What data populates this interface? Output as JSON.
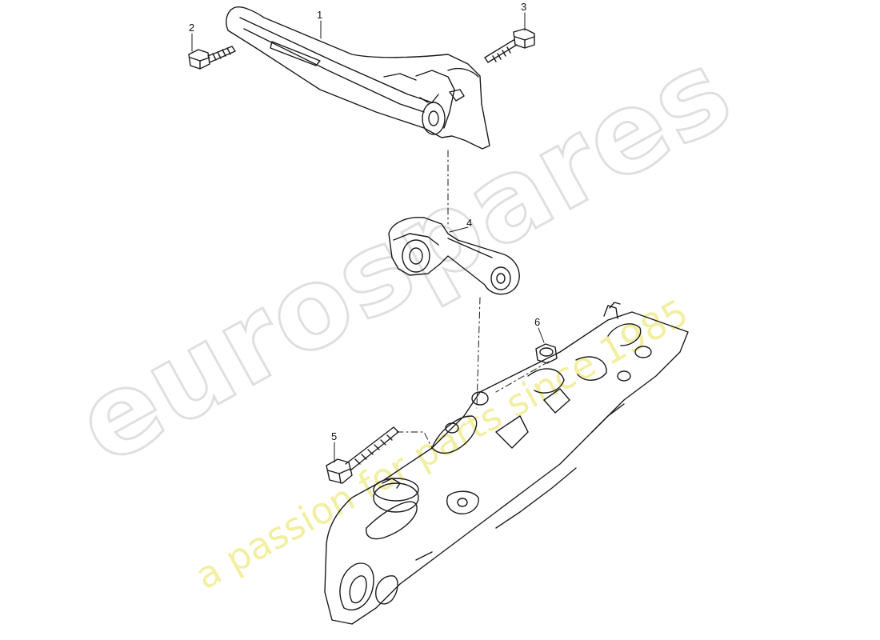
{
  "watermark": {
    "brand": "eurospares",
    "tagline": "a passion for parts since 1985",
    "brand_color": "#d8d8d8",
    "tagline_color": "#f1ee9a"
  },
  "callouts": [
    {
      "id": "1",
      "text": "1"
    },
    {
      "id": "2",
      "text": "2"
    },
    {
      "id": "3",
      "text": "3"
    },
    {
      "id": "4",
      "text": "4"
    },
    {
      "id": "5",
      "text": "5"
    },
    {
      "id": "6",
      "text": "6"
    }
  ],
  "colors": {
    "line": "#1a1a1a"
  }
}
